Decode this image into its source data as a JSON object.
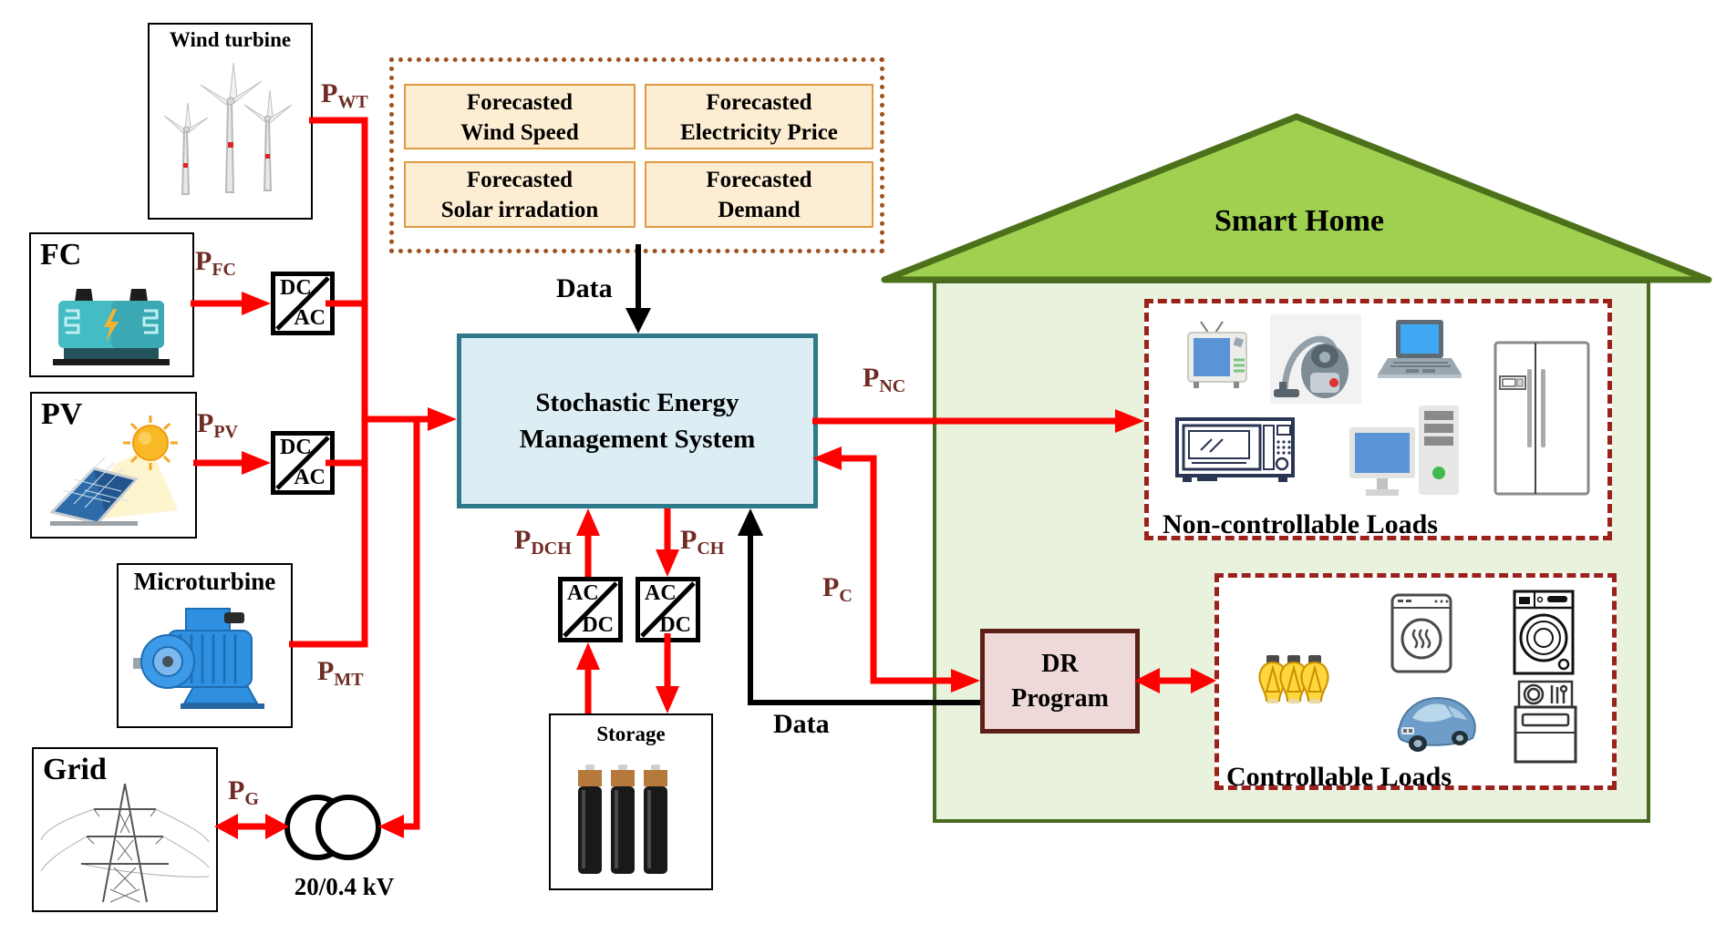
{
  "colors": {
    "red": "#ff0000",
    "maroon": "#6f2b24",
    "black": "#000000",
    "forecast-border": "#a0521d",
    "forecast-fill": "#fdeed3",
    "forecast-box-border": "#e09a40",
    "sems-fill": "#dcedf3",
    "sems-border": "#2e7a8c",
    "roof-fill": "#9fd050",
    "roof-border": "#4d711b",
    "house-fill": "#e9f2dc",
    "house-border": "#4a6b1f",
    "loads-border": "#9b221b",
    "dr-fill": "#efd9d8",
    "dr-border": "#5e1f18"
  },
  "sources": {
    "wind": {
      "title": "Wind turbine"
    },
    "fc": {
      "title": "FC"
    },
    "pv": {
      "title": "PV"
    },
    "mt": {
      "title": "Microturbine"
    },
    "grid": {
      "title": "Grid"
    }
  },
  "converters": {
    "dc": "DC",
    "ac": "AC"
  },
  "transformer": {
    "rating": "20/0.4 kV"
  },
  "forecast": {
    "boxes": [
      {
        "line1": "Forecasted",
        "line2": "Wind Speed"
      },
      {
        "line1": "Forecasted",
        "line2": "Electricity Price"
      },
      {
        "line1": "Forecasted",
        "line2": "Solar irradation"
      },
      {
        "line1": "Forecasted",
        "line2": "Demand"
      }
    ]
  },
  "sems": {
    "line1": "Stochastic Energy",
    "line2": "Management System"
  },
  "storage": {
    "title": "Storage"
  },
  "smart_home": {
    "title": "Smart Home",
    "nc": {
      "label": "Non-controllable Loads"
    },
    "c": {
      "label": "Controllable Loads"
    },
    "dr": {
      "line1": "DR",
      "line2": "Program"
    }
  },
  "flows": {
    "wt": {
      "p": "P",
      "sub": "WT"
    },
    "fc": {
      "p": "P",
      "sub": "FC"
    },
    "pv": {
      "p": "P",
      "sub": "PV"
    },
    "mt": {
      "p": "P",
      "sub": "MT"
    },
    "g": {
      "p": "P",
      "sub": "G"
    },
    "nc": {
      "p": "P",
      "sub": "NC"
    },
    "c": {
      "p": "P",
      "sub": "C"
    },
    "dch": {
      "p": "P",
      "sub": "DCH"
    },
    "ch": {
      "p": "P",
      "sub": "CH"
    },
    "data_forecast": "Data",
    "data_dr": "Data"
  },
  "icons": {
    "sources": [
      "wind-turbines-icon",
      "fuel-cell-icon",
      "solar-panel-sun-icon",
      "microturbine-motor-icon",
      "grid-tower-icon",
      "battery-storage-icon",
      "transformer-coils-icon"
    ],
    "non_controllable": [
      "tv-icon",
      "vacuum-cleaner-icon",
      "laptop-icon",
      "refrigerator-icon",
      "microwave-icon",
      "desktop-computer-icon"
    ],
    "controllable": [
      "light-bulbs-icon",
      "dryer-icon",
      "washing-machine-icon",
      "electric-car-icon",
      "dishwasher-icon"
    ]
  }
}
